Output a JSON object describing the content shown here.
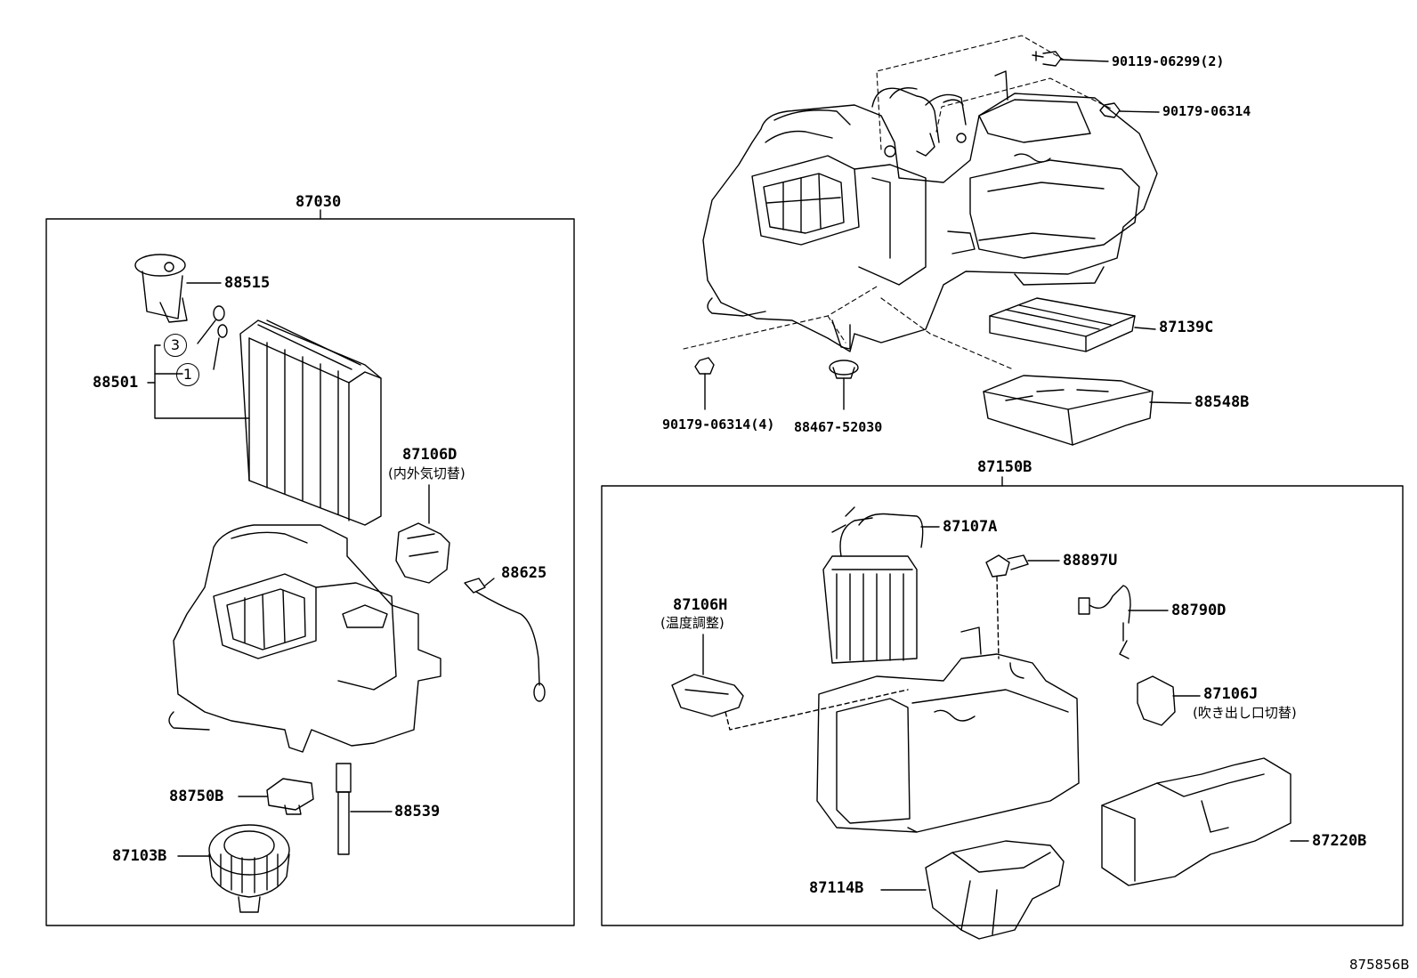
{
  "groups": {
    "left": {
      "label": "87030"
    },
    "right": {
      "label": "87150B"
    }
  },
  "parts": {
    "p90119_06299": "90119-06299(2)",
    "p90179_06314": "90179-06314",
    "p87139c": "87139C",
    "p88548b": "88548B",
    "p90179_06314_4": "90179-06314(4)",
    "p88467_52030": "88467-52030",
    "p88515": "88515",
    "p88501": "88501",
    "p87106d": "87106D",
    "p88625": "88625",
    "p88750b": "88750B",
    "p88539": "88539",
    "p87103b": "87103B",
    "p87107a": "87107A",
    "p88897u": "88897U",
    "p87106h": "87106H",
    "p88790d": "88790D",
    "p87106j": "87106J",
    "p87220b": "87220B",
    "p87114b": "87114B"
  },
  "notes": {
    "n87106d": "(内外気切替)",
    "n87106h": "(温度調整)",
    "n87106j": "(吹き出し口切替)"
  },
  "callouts": {
    "c3": "3",
    "c1": "1"
  },
  "reference": "875856B"
}
